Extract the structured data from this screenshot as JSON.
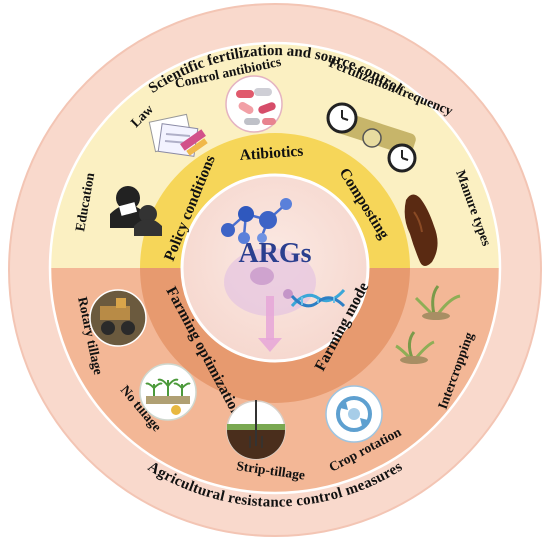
{
  "ring_outer": {
    "top_title": "Scientific fertilization and source control",
    "bottom_title": "Agricultural resistance control measures"
  },
  "upper_half": {
    "items": {
      "law": "Law",
      "control_antibiotics": "Control antibiotics",
      "fertilization_frequency": "Fertilization frequency",
      "education": "Education",
      "manure_types": "Manure types"
    },
    "inner": {
      "policy_conditions": "Policy conditions",
      "atibiotics": "Atibiotics",
      "composting": "Composting"
    }
  },
  "lower_half": {
    "items": {
      "rotary_tillage": "Rotary tillage",
      "no_tillage": "No tillage",
      "strip_tillage": "Strip-tillage",
      "crop_rotation": "Crop rotation",
      "intercropping": "Intercropping"
    },
    "inner": {
      "farming_optimization": "Farming optimization",
      "farming_mode": "Farming mode"
    }
  },
  "center": {
    "label": "ARGs"
  },
  "colors": {
    "outer_ring": "#f9d9cc",
    "upper_fill": "#fbf0c2",
    "lower_fill": "#f3b796",
    "inner_band_upper": "#f6d659",
    "inner_band_lower": "#e79a6f",
    "center_text": "#2b3f8f"
  },
  "icons": [
    "law-documents-icon",
    "antibiotic-capsules-icon",
    "alarm-clocks-icon",
    "education-people-icon",
    "manure-pile-icon",
    "tillage-machine-icon",
    "no-tillage-seedlings-icon",
    "strip-tillage-soil-icon",
    "crop-rotation-icon",
    "intercropping-plants-icon",
    "molecule-network-icon",
    "dna-helix-icon",
    "cell-icon"
  ]
}
